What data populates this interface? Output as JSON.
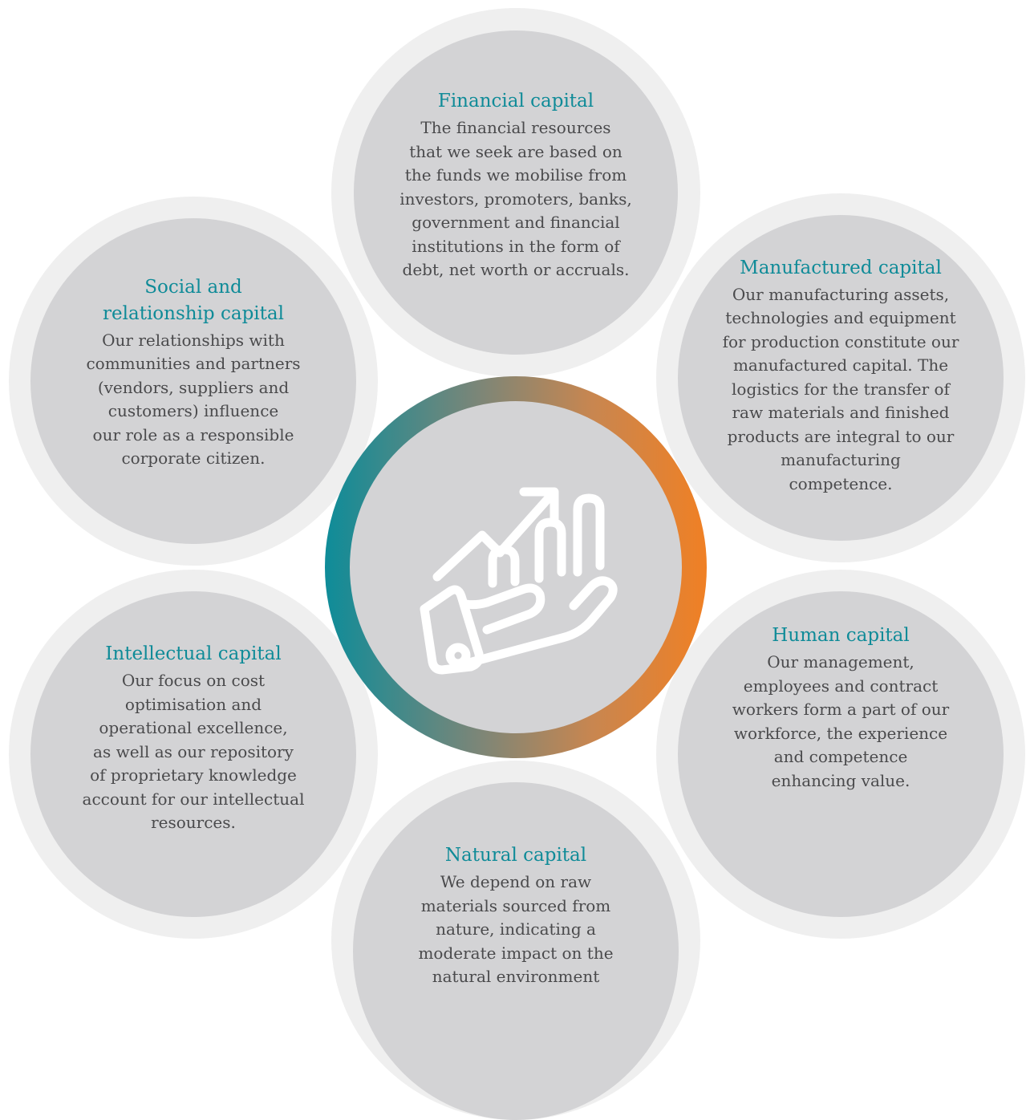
{
  "capitals": {
    "financial": {
      "title": "Financial capital",
      "description": "The financial resources\nthat we seek are based on\nthe funds we mobilise from\ninvestors, promoters, banks,\ngovernment and financial\ninstitutions in the form of\ndebt, net worth or accruals."
    },
    "manufactured": {
      "title": "Manufactured capital",
      "description": "Our manufacturing assets,\ntechnologies and equipment\nfor production constitute our\nmanufactured capital. The\nlogistics for the transfer of\nraw materials and finished\nproducts are integral to our\nmanufacturing\ncompetence."
    },
    "human": {
      "title": "Human capital",
      "description": "Our management,\nemployees and contract\nworkers form a part of our\nworkforce, the experience\nand competence\nenhancing value."
    },
    "natural": {
      "title": "Natural capital",
      "description": "We depend on raw\nmaterials sourced from\nnature, indicating a\nmoderate impact on the\nnatural environment"
    },
    "intellectual": {
      "title": "Intellectual capital",
      "description": "Our focus on cost\noptimisation and\noperational excellence,\nas well as our repository\nof proprietary knowledge\naccount for our intellectual\nresources."
    },
    "social": {
      "title": "Social and\nrelationship capital",
      "description": "Our relationships with\ncommunities and partners\n(vendors, suppliers and\ncustomers) influence\nour role as a responsible\ncorporate citizen."
    }
  },
  "hub": {
    "icon": "hand-growth-chart-icon",
    "ring_gradient": [
      "#0e8c99",
      "#f08024"
    ]
  },
  "colors": {
    "title": "#0f8b98",
    "body_text": "#4a4a4c",
    "circle_fill": "#d3d3d5",
    "circle_halo": "#efefef"
  }
}
